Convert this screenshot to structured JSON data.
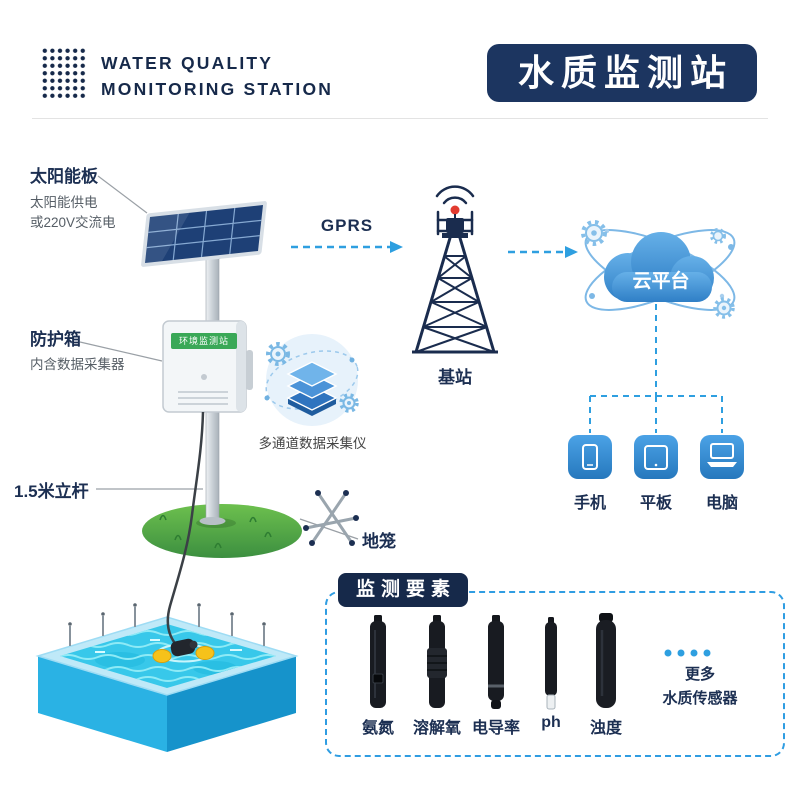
{
  "header": {
    "line1": "WATER QUALITY",
    "line2": "MONITORING STATION",
    "badge": "水质监测站"
  },
  "diagram": {
    "solar_panel_label": "太阳能板",
    "solar_sub1": "太阳能供电",
    "solar_sub2": "或220V交流电",
    "protection_box_label": "防护箱",
    "protection_box_sub": "内含数据采集器",
    "box_screen_text": "环境监测站",
    "pole_label": "1.5米立杆",
    "gprs_label": "GPRS",
    "base_station_label": "基站",
    "cloud_label": "云平台",
    "collector_label": "多通道数据采集仪",
    "cage_label": "地笼",
    "devices": [
      {
        "label": "手机"
      },
      {
        "label": "平板"
      },
      {
        "label": "电脑"
      }
    ]
  },
  "monitoring": {
    "badge": "监测要素",
    "sensors": [
      "氨氮",
      "溶解氧",
      "电导率",
      "ph",
      "浊度"
    ],
    "more_line1": "更多",
    "more_line2": "水质传感器"
  },
  "colors": {
    "navy": "#1c2f52",
    "badge_navy": "#1c3560",
    "accent_blue": "#2e9fe0",
    "cloud_blue": "#3f8cd0",
    "grass_green": "#4aa94e",
    "screen_green": "#3aa857",
    "water_cyan": "#38c8ea",
    "float_yellow": "#f6c21a"
  }
}
